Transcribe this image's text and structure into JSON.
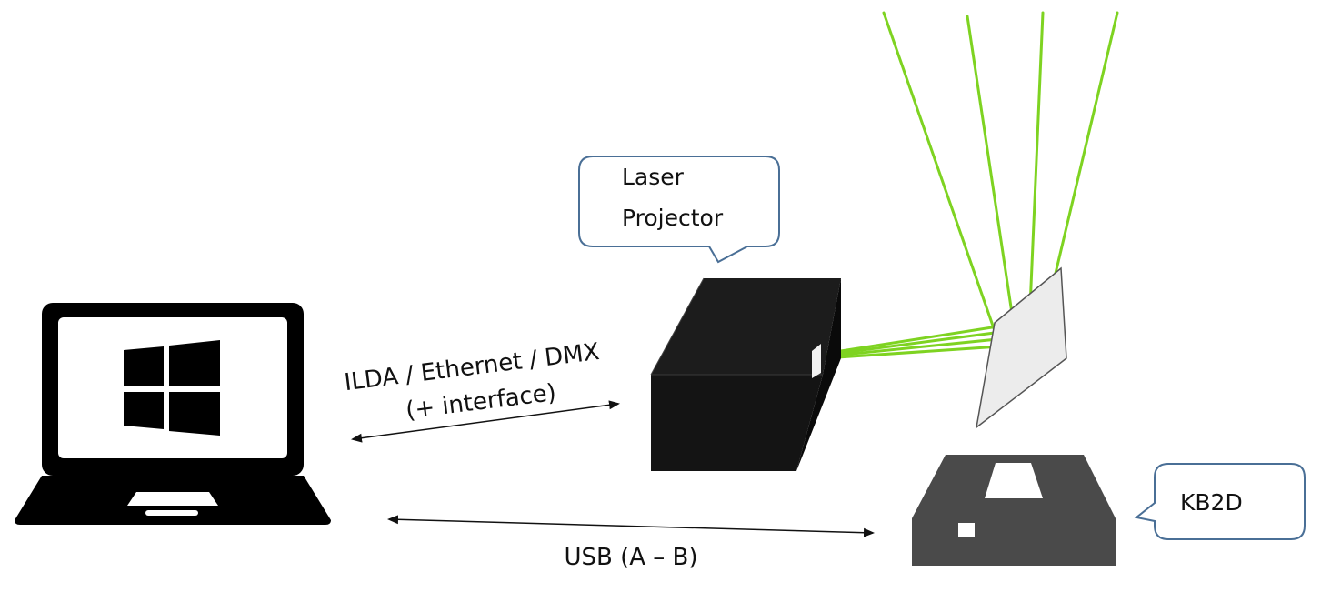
{
  "labels": {
    "laser_projector_line1": "Laser",
    "laser_projector_line2": "Projector",
    "kb2d": "KB2D",
    "link_ilda_line1": "ILDA / Ethernet / DMX",
    "link_ilda_line2": "(+ interface)",
    "link_usb": "USB (A – B)"
  },
  "colors": {
    "laser_beam": "#7ed321",
    "device_dark": "#141414",
    "kb2d_body": "#4a4a4a",
    "callout_border": "#4a6f96"
  },
  "icons": {
    "laptop": "laptop-icon",
    "os_logo": "windows-logo-icon"
  }
}
